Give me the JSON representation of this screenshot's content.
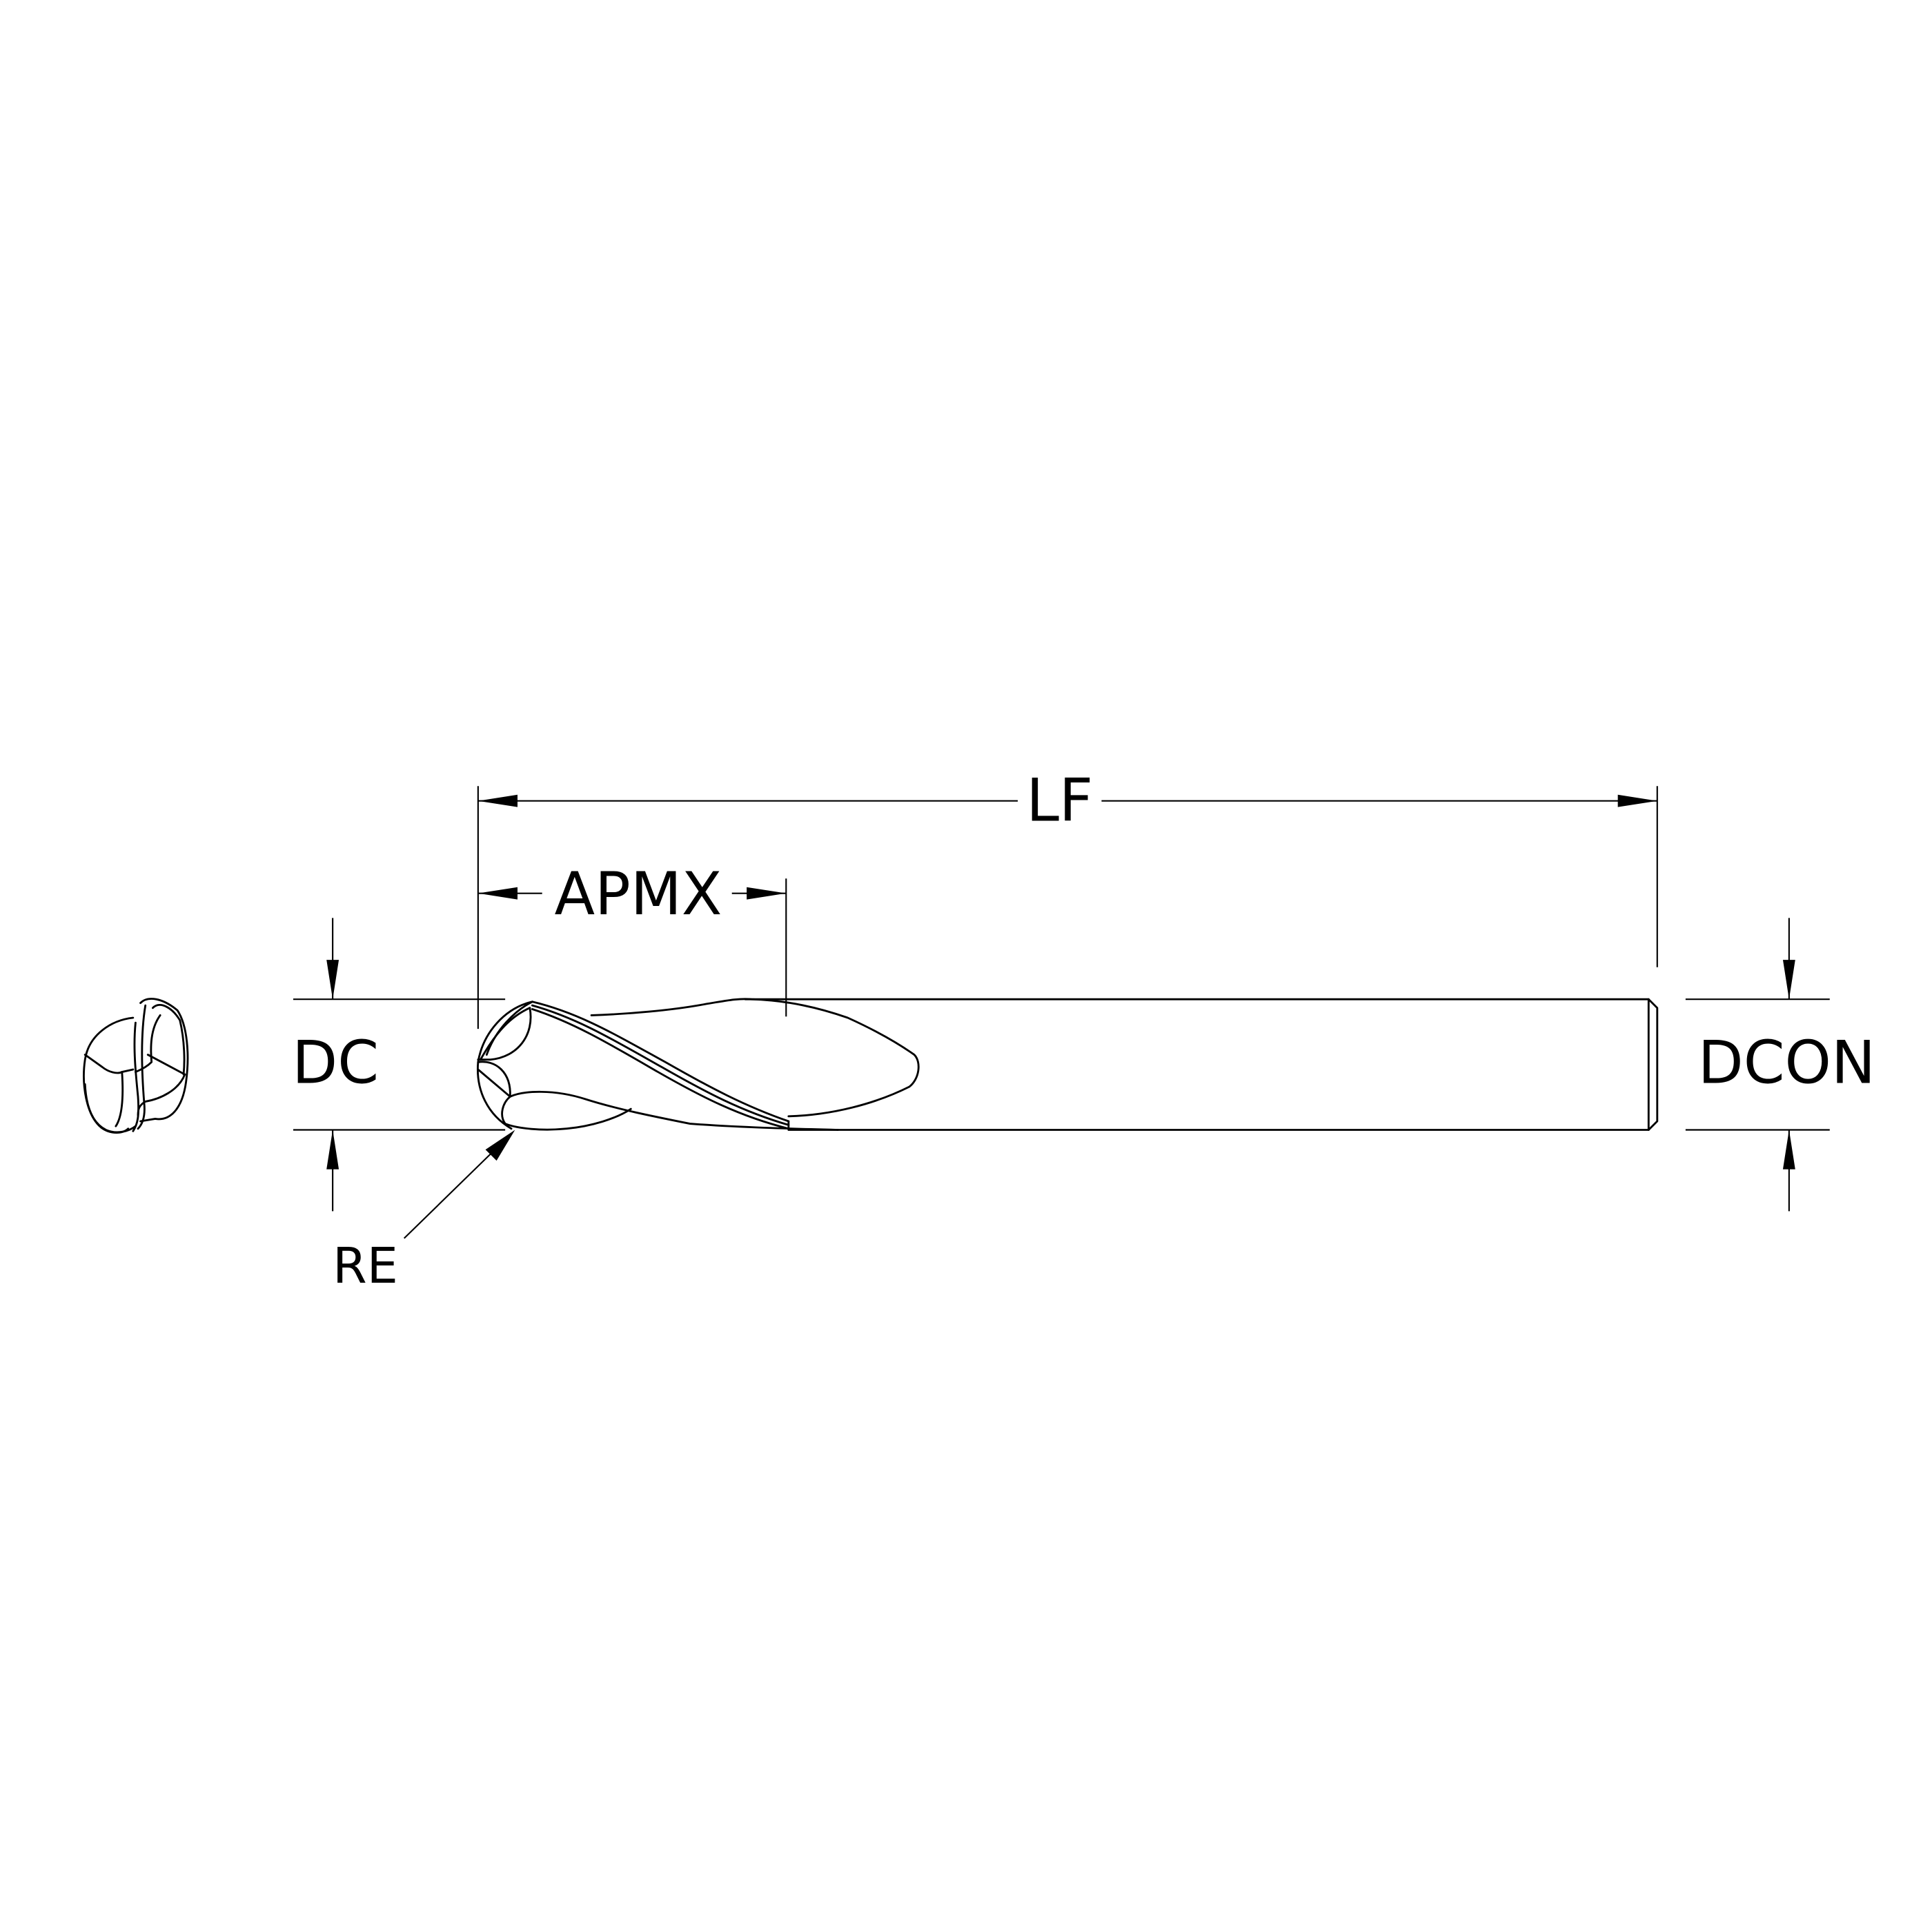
{
  "drawing": {
    "title": "Ball nose end mill dimension drawing",
    "labels": {
      "lf": "LF",
      "apmx": "APMX",
      "dc": "DC",
      "dcon": "DCON",
      "re": "RE"
    },
    "line_color": "#000000",
    "background": "#ffffff"
  }
}
